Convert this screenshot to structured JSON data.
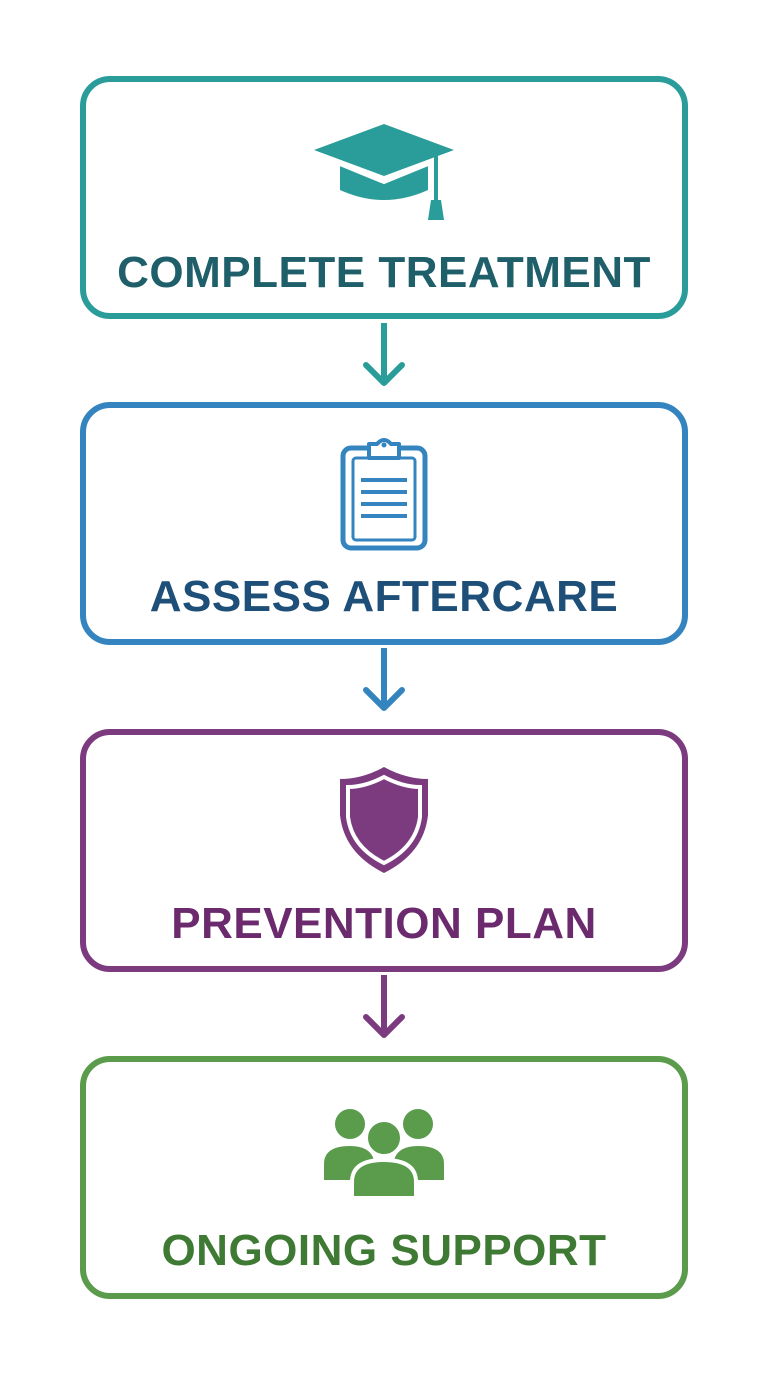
{
  "steps": [
    {
      "label": "COMPLETE TREATMENT",
      "icon": "graduation-cap-icon",
      "color": "#2a9d9a",
      "text_color": "#1e5f6a"
    },
    {
      "label": "ASSESS AFTERCARE",
      "icon": "clipboard-icon",
      "color": "#3485bf",
      "text_color": "#1d4f78"
    },
    {
      "label": "PREVENTION PLAN",
      "icon": "shield-icon",
      "color": "#7c3b7e",
      "text_color": "#6b2a6d"
    },
    {
      "label": "ONGOING SUPPORT",
      "icon": "group-people-icon",
      "color": "#5a9b4c",
      "text_color": "#3f7a34"
    }
  ],
  "arrows": [
    {
      "color": "#2a9d9a"
    },
    {
      "color": "#3485bf"
    },
    {
      "color": "#7c3b7e"
    }
  ],
  "background": "#ffffff"
}
